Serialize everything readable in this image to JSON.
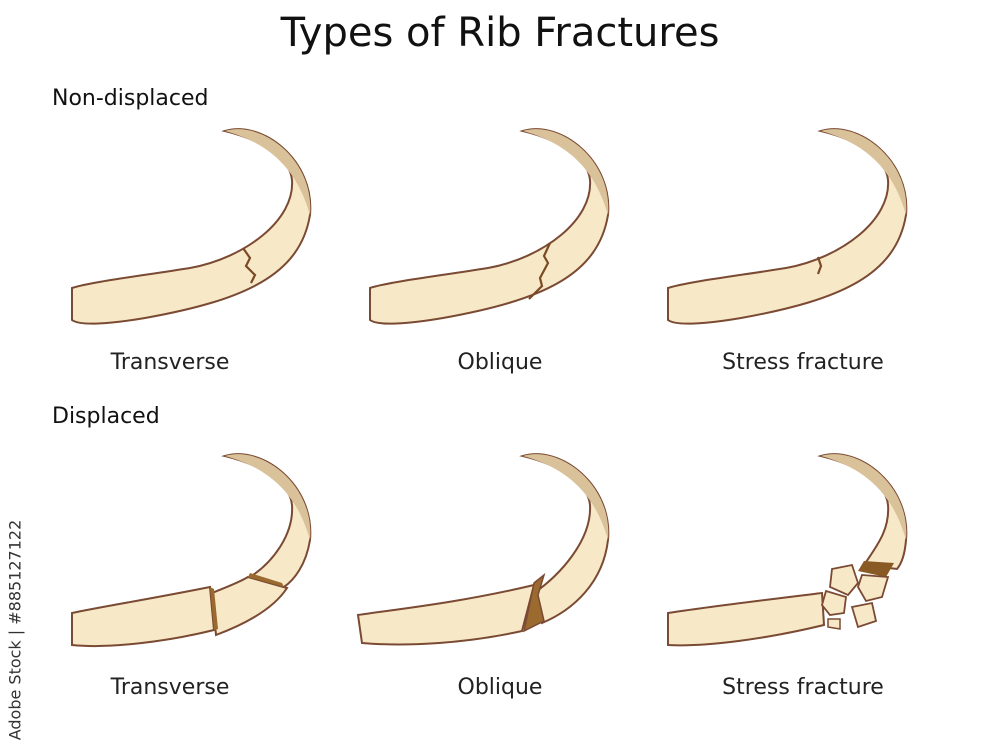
{
  "title": "Types of Rib Fractures",
  "sections": [
    {
      "label": "Non-displaced",
      "items": [
        {
          "caption": "Transverse"
        },
        {
          "caption": "Oblique"
        },
        {
          "caption": "Stress fracture"
        }
      ]
    },
    {
      "label": "Displaced",
      "items": [
        {
          "caption": "Transverse"
        },
        {
          "caption": "Oblique"
        },
        {
          "caption": "Stress fracture"
        }
      ]
    }
  ],
  "watermark": "Adobe Stock | #885127122",
  "colors": {
    "bone_fill": "#f7e8c8",
    "bone_shade": "#d9c29a",
    "bone_outline": "#7a4a33",
    "crack": "#7a4a26",
    "fracture_gap": "#9a6a2e"
  }
}
